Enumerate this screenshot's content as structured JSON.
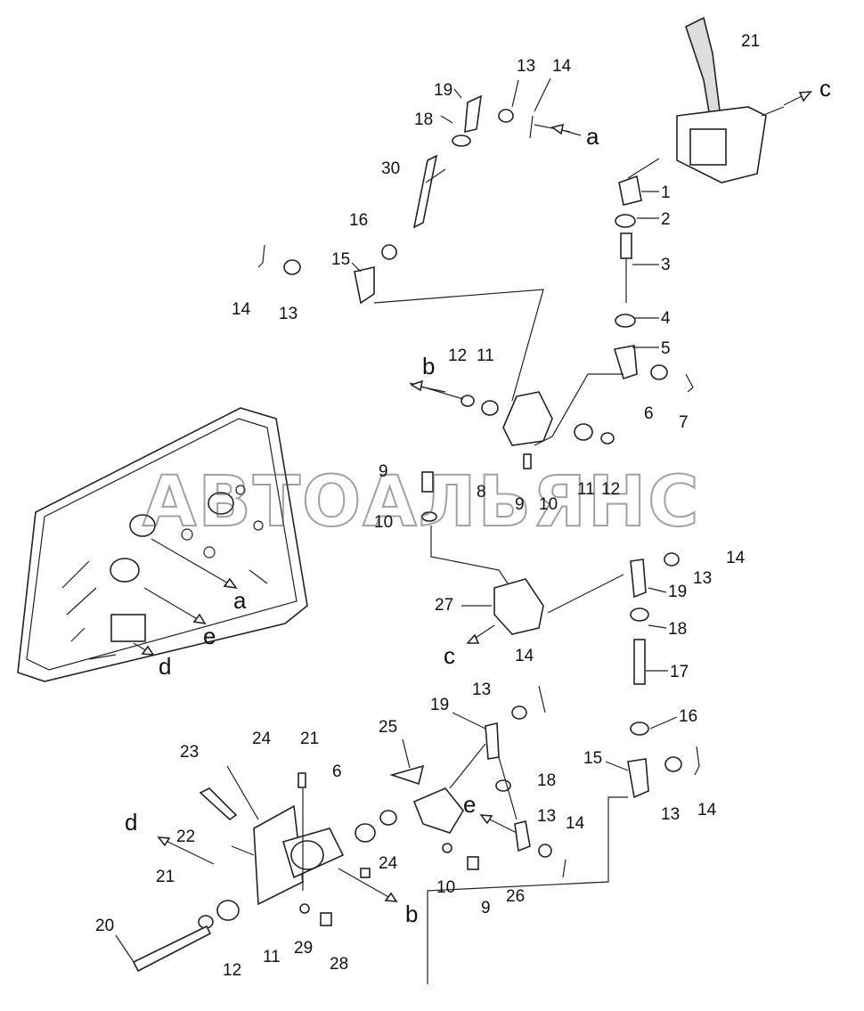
{
  "watermark": "АВТОАЛЬЯНС",
  "callouts": {
    "c1": "1",
    "c2": "2",
    "c3": "3",
    "c4": "4",
    "c5": "5",
    "c6": "6",
    "c7": "7",
    "c8": "8",
    "c9": "9",
    "c10": "10",
    "c11": "11",
    "c12": "12",
    "c13": "13",
    "c14": "14",
    "c15": "15",
    "c16": "16",
    "c17": "17",
    "c18": "18",
    "c19": "19",
    "c20": "20",
    "c21": "21",
    "c22": "22",
    "c23": "23",
    "c24": "24",
    "c25": "25",
    "c26": "26",
    "c27": "27",
    "c28": "28",
    "c29": "29",
    "c30": "30"
  },
  "arrows": {
    "a": "a",
    "b": "b",
    "c": "c",
    "d": "d",
    "e": "e"
  }
}
